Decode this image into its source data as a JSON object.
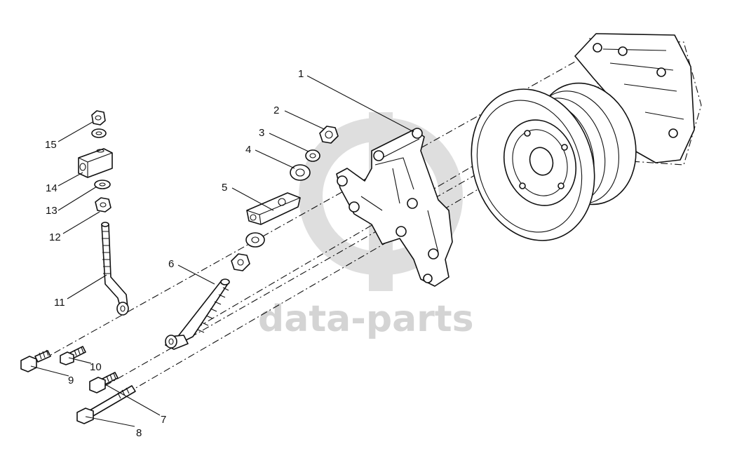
{
  "watermark": {
    "text": "data-parts",
    "color": "#d4d4d4"
  },
  "callouts": [
    {
      "id": "callout-1",
      "label": "1"
    },
    {
      "id": "callout-2",
      "label": "2"
    },
    {
      "id": "callout-3",
      "label": "3"
    },
    {
      "id": "callout-4",
      "label": "4"
    },
    {
      "id": "callout-5",
      "label": "5"
    },
    {
      "id": "callout-6",
      "label": "6"
    },
    {
      "id": "callout-7",
      "label": "7"
    },
    {
      "id": "callout-8",
      "label": "8"
    },
    {
      "id": "callout-9",
      "label": "9"
    },
    {
      "id": "callout-10",
      "label": "10"
    },
    {
      "id": "callout-11",
      "label": "11"
    },
    {
      "id": "callout-12",
      "label": "12"
    },
    {
      "id": "callout-13",
      "label": "13"
    },
    {
      "id": "callout-14",
      "label": "14"
    },
    {
      "id": "callout-15",
      "label": "15"
    }
  ],
  "colors": {
    "line": "#111111",
    "background": "#ffffff"
  }
}
